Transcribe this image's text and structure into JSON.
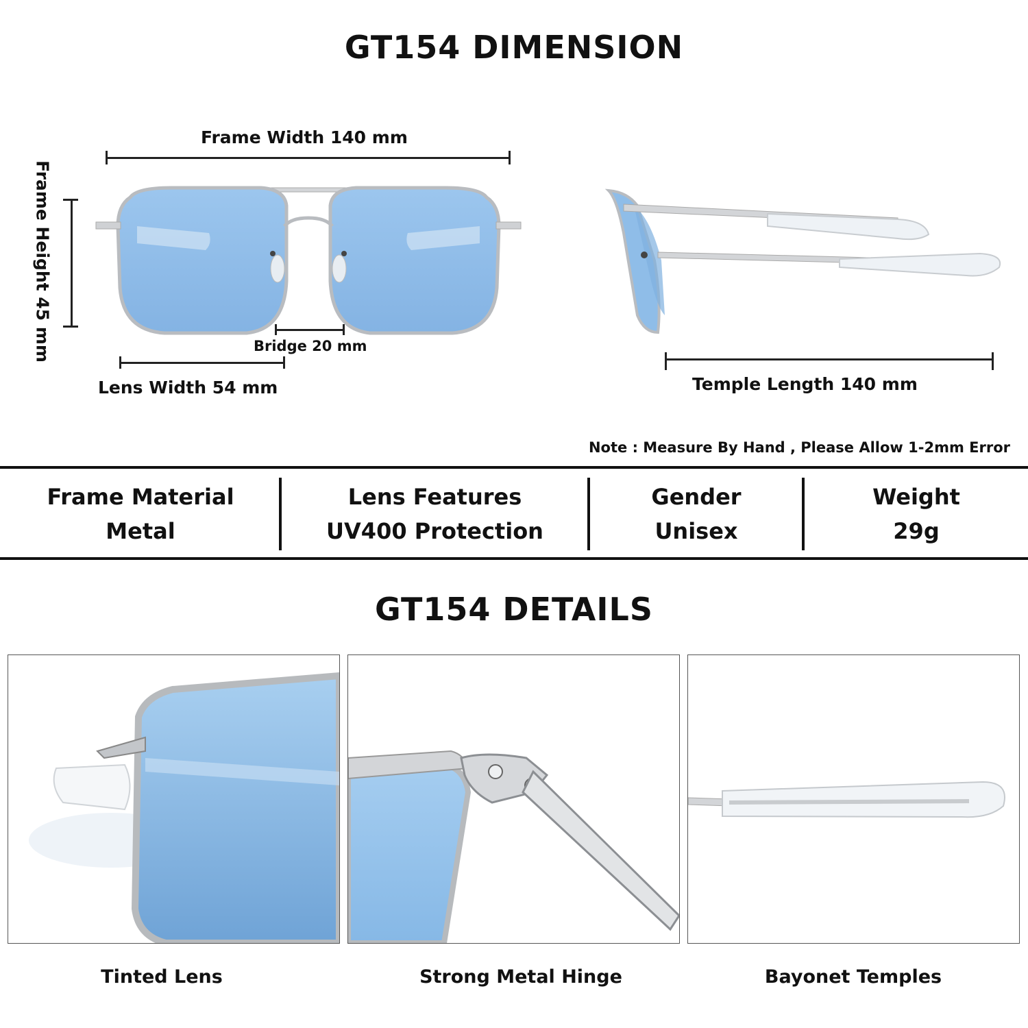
{
  "dimension_title": "GT154 DIMENSION",
  "dimensions": {
    "frame_width": "Frame Width 140 mm",
    "frame_height": "Frame Height 45 mm",
    "bridge": "Bridge 20 mm",
    "lens_width": "Lens Width 54 mm",
    "temple_length": "Temple Length 140 mm"
  },
  "note": "Note : Measure By Hand , Please Allow 1-2mm Error",
  "specs": [
    {
      "label": "Frame Material",
      "value": "Metal"
    },
    {
      "label": "Lens Features",
      "value": "UV400 Protection"
    },
    {
      "label": "Gender",
      "value": "Unisex"
    },
    {
      "label": "Weight",
      "value": "29g"
    }
  ],
  "details_title": "GT154 DETAILS",
  "details": [
    {
      "caption": "Tinted Lens"
    },
    {
      "caption": "Strong Metal Hinge"
    },
    {
      "caption": "Bayonet Temples"
    }
  ],
  "colors": {
    "lens_blue": "#8fbde8",
    "frame_silver": "#c7c9cc"
  }
}
